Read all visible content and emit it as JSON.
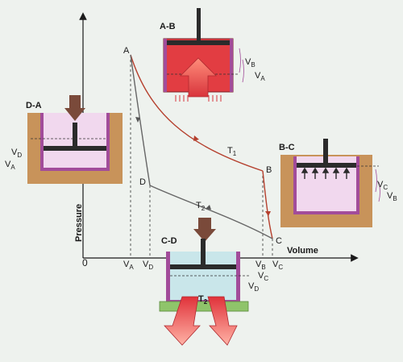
{
  "diagram": {
    "axis_labels": {
      "y": "Pressure",
      "x": "Volume",
      "origin": "0"
    },
    "points": {
      "a": "A",
      "b": "B",
      "c": "C",
      "d": "D"
    },
    "curve_labels": {
      "t1": {
        "main": "T",
        "sub": "1"
      },
      "t2": {
        "main": "T",
        "sub": "2"
      }
    },
    "x_ticks": {
      "va": {
        "main": "V",
        "sub": "A"
      },
      "vd": {
        "main": "V",
        "sub": "D"
      },
      "vb": {
        "main": "V",
        "sub": "B"
      },
      "vc": {
        "main": "V",
        "sub": "C"
      }
    },
    "stages": {
      "ab": {
        "title": "A-B",
        "labels": [
          {
            "main": "V",
            "sub": "B"
          },
          {
            "main": "V",
            "sub": "A"
          }
        ]
      },
      "bc": {
        "title": "B-C",
        "labels": [
          {
            "main": "V",
            "sub": "C"
          },
          {
            "main": "V",
            "sub": "B"
          }
        ]
      },
      "cd": {
        "title": "C-D",
        "labels": [
          {
            "main": "V",
            "sub": "C"
          },
          {
            "main": "V",
            "sub": "D"
          }
        ],
        "temp": {
          "main": "T",
          "sub": "2"
        }
      },
      "da": {
        "title": "D-A",
        "labels": [
          {
            "main": "V",
            "sub": "D"
          },
          {
            "main": "V",
            "sub": "A"
          }
        ]
      }
    },
    "colors": {
      "hot": "#d8343c",
      "cold": "#c9e6ea",
      "wall": "#c8935a",
      "lining": "#a24c9a",
      "piston": "#2b2b2b",
      "arrow_in": "#7a4a3a",
      "curve_hot": "#b5402e",
      "curve_cold": "#666666"
    }
  }
}
